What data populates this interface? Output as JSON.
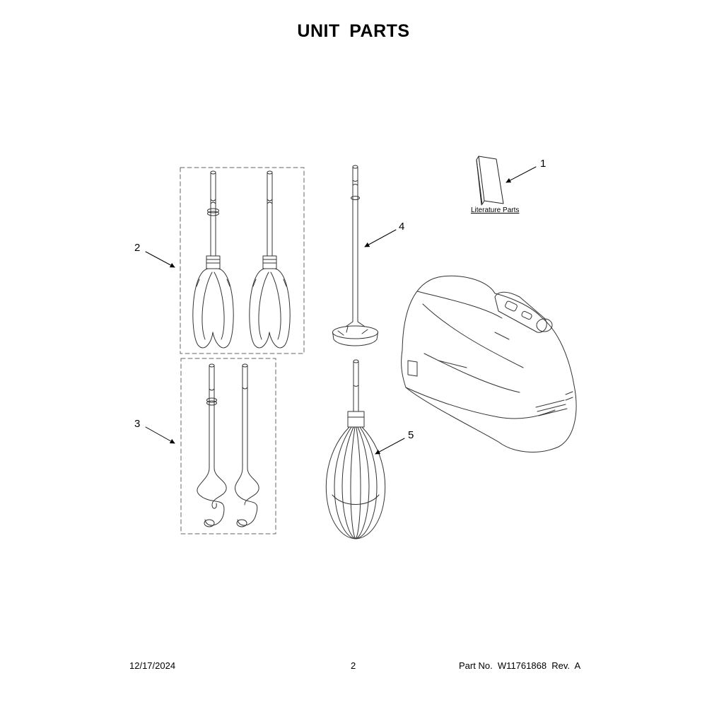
{
  "title": "UNIT PARTS",
  "callouts": [
    "1",
    "2",
    "3",
    "4",
    "5"
  ],
  "literature_label": "Literature Parts",
  "footer": {
    "date": "12/17/2024",
    "page": "2",
    "part_no": "Part No.  W11761868  Rev.  A"
  }
}
